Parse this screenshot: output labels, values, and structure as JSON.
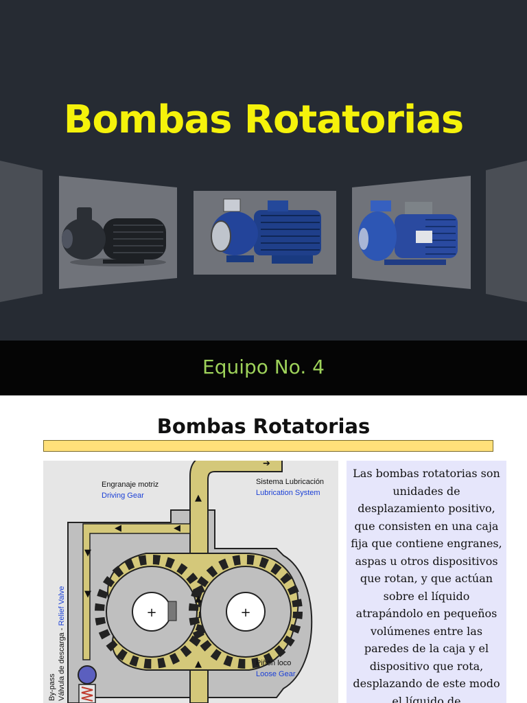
{
  "slide1": {
    "title": "Bombas Rotatorias",
    "subtitle": "Equipo No. 4",
    "colors": {
      "background": "#262b33",
      "title": "#f5f20b",
      "subtitle": "#9ed25a",
      "band": "#050505"
    }
  },
  "slide2": {
    "title": "Bombas Rotatorias",
    "description": "Las bombas rotatorias son unidades de desplazamiento positivo, que consisten en una caja fija que contiene engranes, aspas u otros dispositivos que rotan, y que actúan sobre el líquido atrapándolo en pequeños volúmenes entre las paredes de la caja y el dispositivo que rota, desplazando de este modo el líquido de",
    "diagram": {
      "driving_gear_es": "Engranaje motriz",
      "driving_gear_en": "Driving Gear",
      "lubrication_es": "Sistema Lubricación",
      "lubrication_en": "Lubrication System",
      "loose_gear_es": "Piñón loco",
      "loose_gear_en": "Loose Gear",
      "bypass_es": "By-pass",
      "valve_es": "Válvula de descarga -",
      "valve_en": "Relief Valve"
    },
    "colors": {
      "bar": "#ffe07a",
      "fluid": "#d4c87a",
      "casing": "#bfbfbf",
      "text_box": "#e6e6fb"
    }
  }
}
